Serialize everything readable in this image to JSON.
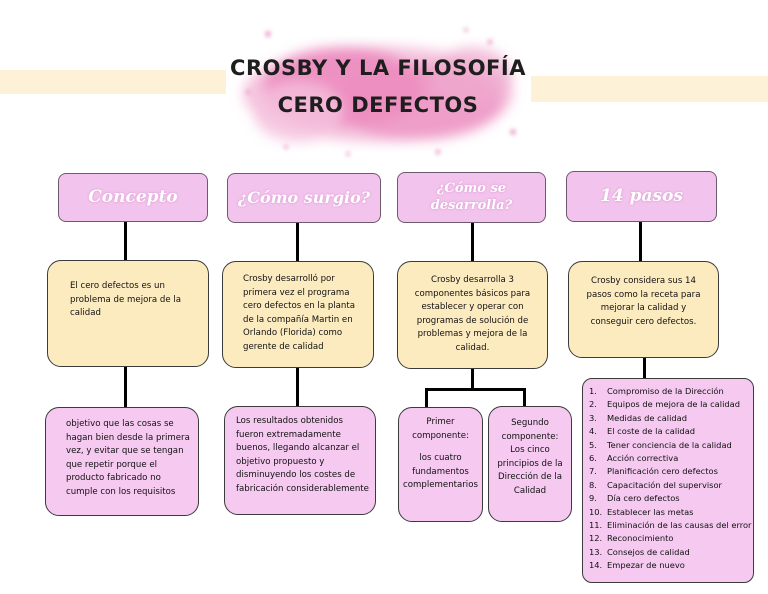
{
  "title": {
    "line1": "CROSBY Y LA FILOSOFÍA",
    "line2": "CERO DEFECTOS"
  },
  "colors": {
    "header_fill": "#f2c3ec",
    "cream_fill": "#fdebc0",
    "pink_fill": "#f5c9f0",
    "band": "#fdf1d8",
    "splash": "#e97fb8"
  },
  "columns": [
    {
      "header": "Concepto",
      "box1": "El cero defectos es un problema de mejora de la calidad",
      "box2": "objetivo que las cosas se hagan bien desde la primera vez, y evitar que se tengan que repetir porque el producto fabricado no cumple con los requisitos"
    },
    {
      "header": "¿Cómo surgio?",
      "box1": "Crosby desarrolló por primera vez el programa cero defectos en la planta de la compañía Martin en Orlando (Florida) como gerente de calidad",
      "box2": "Los resultados obtenidos fueron extremadamente buenos, llegando alcanzar el objetivo propuesto y disminuyendo los costes de fabricación considerablemente"
    },
    {
      "header": "¿Cómo se desarrolla?",
      "box1": "Crosby desarrolla 3 componentes básicos para establecer y operar con programas de solución de problemas y mejora de la calidad.",
      "sub1_title": "Primer componente:",
      "sub1_body": "los cuatro fundamentos complementarios",
      "sub2_title": "Segundo componente:",
      "sub2_body": "Los cinco principios de la Dirección de la Calidad"
    },
    {
      "header": "14 pasos",
      "box1": "Crosby considera sus 14 pasos como la receta para mejorar la calidad y conseguir cero defectos.",
      "steps": [
        "Compromiso de la Dirección",
        "Equipos de mejora de la calidad",
        "Medidas de calidad",
        "El coste de la calidad",
        "Tener conciencia de la calidad",
        "Acción correctiva",
        "Planificación cero defectos",
        "Capacitación del supervisor",
        "Día cero defectos",
        "Establecer las metas",
        "Eliminación de las causas del error",
        "Reconocimiento",
        "Consejos de calidad",
        "Empezar de nuevo"
      ]
    }
  ]
}
